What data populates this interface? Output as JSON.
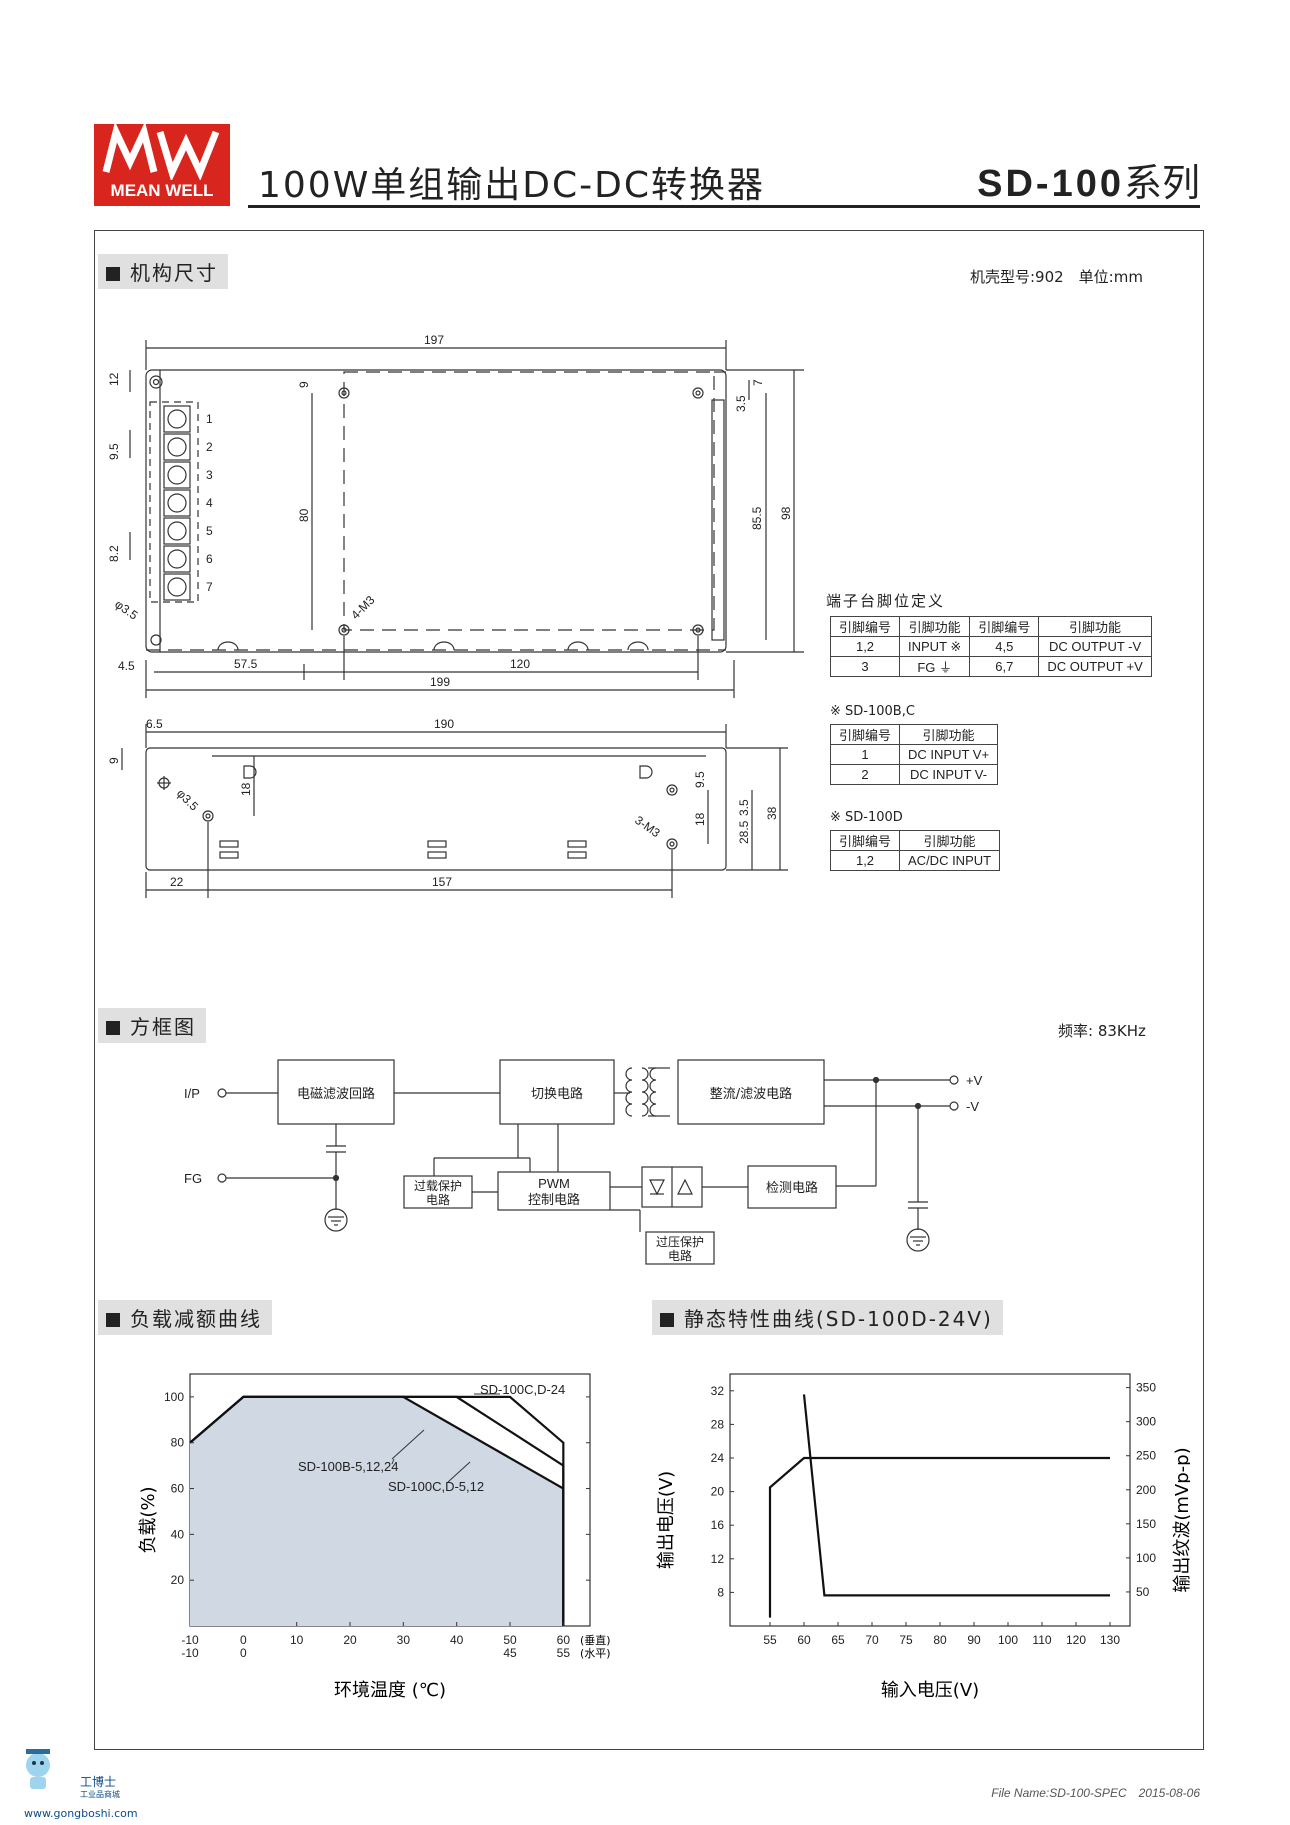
{
  "header": {
    "logo_text": "MEAN WELL",
    "title": "100W单组输出DC-DC转换器",
    "series_model": "SD-100",
    "series_suffix": "系列"
  },
  "mechanical": {
    "section_title": "机构尺寸",
    "case_note": "机壳型号:902　单位:mm",
    "top_view_dims": [
      "197",
      "12",
      "9",
      "7",
      "3.5",
      "85.5",
      "98",
      "9.5",
      "80",
      "8.2",
      "4-M3",
      "φ3.5",
      "4.5",
      "57.5",
      "120",
      "199"
    ],
    "terminal_numbers": [
      "1",
      "2",
      "3",
      "4",
      "5",
      "6",
      "7"
    ],
    "side_view_dims": [
      "6.5",
      "190",
      "9",
      "18",
      "φ3.5",
      "9.5",
      "18",
      "3.5",
      "28.5",
      "38",
      "3-M3",
      "22",
      "157"
    ]
  },
  "terminal_table": {
    "title": "端子台脚位定义",
    "headers": [
      "引脚编号",
      "引脚功能",
      "引脚编号",
      "引脚功能"
    ],
    "rows": [
      [
        "1,2",
        "INPUT ※",
        "4,5",
        "DC OUTPUT -V"
      ],
      [
        "3",
        "FG ⏚",
        "6,7",
        "DC OUTPUT +V"
      ]
    ]
  },
  "table_bc": {
    "title": "※ SD-100B,C",
    "headers": [
      "引脚编号",
      "引脚功能"
    ],
    "rows": [
      [
        "1",
        "DC INPUT V+"
      ],
      [
        "2",
        "DC INPUT V-"
      ]
    ]
  },
  "table_d": {
    "title": "※ SD-100D",
    "headers": [
      "引脚编号",
      "引脚功能"
    ],
    "rows": [
      [
        "1,2",
        "AC/DC INPUT"
      ]
    ]
  },
  "block_diagram": {
    "section_title": "方框图",
    "freq_note": "频率: 83KHz",
    "ip": "I/P",
    "fg": "FG",
    "emi": "电磁滤波回路",
    "switch": "切换电路",
    "rect": "整流/滤波电路",
    "plus_v": "+V",
    "minus_v": "-V",
    "olp_1": "过载保护",
    "olp_2": "电路",
    "pwm_1": "PWM",
    "pwm_2": "控制电路",
    "detect": "检测电路",
    "ovp_1": "过压保护",
    "ovp_2": "电路"
  },
  "derating": {
    "section_title": "负载减额曲线",
    "ylabel": "负载(%)",
    "xlabel": "环境温度 (℃)",
    "vert_note": "(垂直)",
    "horiz_note": "(水平)",
    "label_c_d24": "SD-100C,D-24",
    "label_b": "SD-100B-5,12,24",
    "label_cd512": "SD-100C,D-5,12"
  },
  "static": {
    "section_title": "静态特性曲线(SD-100D-24V)",
    "ylabel_left": "输出电压(V)",
    "ylabel_right": "输出纹波(mVp-p)",
    "xlabel": "输入电压(V)"
  },
  "chart_data": [
    {
      "type": "area",
      "title": "负载减额曲线",
      "xlabel": "环境温度 (℃)",
      "ylabel": "负载(%)",
      "x_ticks_vertical": [
        "-10",
        "0",
        "10",
        "20",
        "30",
        "40",
        "50",
        "60"
      ],
      "x_ticks_horizontal": [
        "-10",
        "0",
        "",
        "",
        "",
        "",
        "45",
        "55"
      ],
      "y_ticks": [
        "20",
        "40",
        "60",
        "80",
        "100"
      ],
      "xlim": [
        -10,
        65
      ],
      "ylim": [
        0,
        110
      ],
      "series": [
        {
          "name": "SD-100C,D-24",
          "x": [
            -10,
            0,
            50,
            60,
            60
          ],
          "y": [
            80,
            100,
            100,
            80,
            0
          ]
        },
        {
          "name": "SD-100C,D-5,12",
          "x": [
            -10,
            0,
            40,
            60,
            60
          ],
          "y": [
            80,
            100,
            100,
            70,
            0
          ]
        },
        {
          "name": "SD-100B-5,12,24",
          "x": [
            -10,
            0,
            30,
            60,
            60
          ],
          "y": [
            80,
            100,
            100,
            60,
            0
          ]
        }
      ]
    },
    {
      "type": "line",
      "title": "静态特性曲线(SD-100D-24V)",
      "xlabel": "输入电压(V)",
      "ylabel": "输出电压(V)",
      "y2label": "输出纹波(mVp-p)",
      "x_ticks": [
        "55",
        "60",
        "65",
        "70",
        "75",
        "80",
        "90",
        "100",
        "110",
        "120",
        "130"
      ],
      "y_ticks": [
        "8",
        "12",
        "16",
        "20",
        "24",
        "28",
        "32"
      ],
      "y2_ticks": [
        "50",
        "100",
        "150",
        "200",
        "250",
        "300",
        "350"
      ],
      "series": [
        {
          "name": "输出电压",
          "x": [
            55,
            55,
            60,
            130
          ],
          "y": [
            5,
            20.5,
            24,
            24
          ]
        },
        {
          "name": "输出纹波",
          "x": [
            60,
            63,
            130
          ],
          "y2": [
            340,
            45,
            45
          ]
        }
      ]
    }
  ],
  "footer": {
    "file": "File Name:SD-100-SPEC　2015-08-06",
    "watermark_1": "工博士",
    "watermark_2": "工业品商城",
    "watermark_url": "www.gongboshi.com"
  },
  "colors": {
    "brand_red": "#d8261e",
    "area_fill": "#cfd8e3"
  }
}
